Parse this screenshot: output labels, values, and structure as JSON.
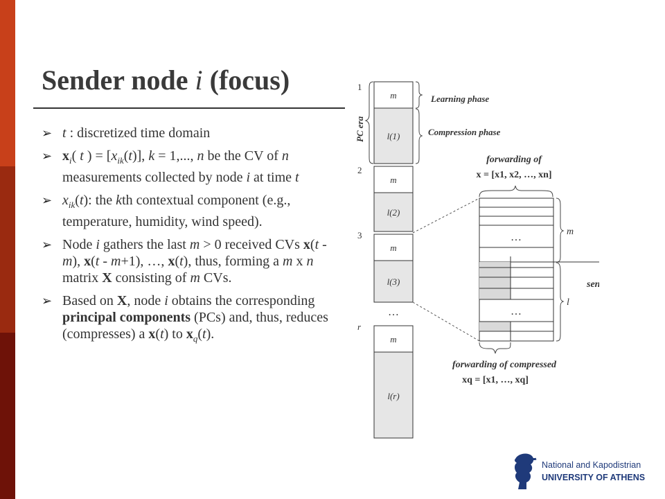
{
  "colors": {
    "stripe_top": "#c8401a",
    "stripe_mid": "#9a2a10",
    "stripe_bottom": "#6e1208",
    "logo": "#1f3a7a"
  },
  "title": {
    "prefix": "Sender node",
    "var": "i",
    "suffix": "(focus)"
  },
  "bullets": {
    "b1": {
      "t": "t",
      "rest": " : discretized time domain"
    },
    "b2": {
      "x": "x",
      "i": "i",
      "t": "t",
      "eq": " ) = [",
      "x2": "x",
      "ik": "ik",
      "t2": "t",
      "mid": ")], ",
      "k": "k",
      "eq2": " = 1,..., ",
      "n": "n",
      "rest1": " be the CV of ",
      "n2": "n",
      "rest2": " measurements collected by node ",
      "i2": "i",
      "rest3": " at time ",
      "t3": "t"
    },
    "b3": {
      "x": "x",
      "ik": "ik",
      "t": "t",
      "rest1": "): the ",
      "k": "k",
      "rest2": "th contextual component (e.g., temperature, humidity, wind speed)."
    },
    "b4": {
      "p1": "Node ",
      "i": "i",
      "p2": " gathers the last ",
      "m": "m",
      "p3": " > 0 received CVs ",
      "x1": "x",
      "p4": "(",
      "t1": "t",
      "p5": " - ",
      "m1": "m",
      "p6": "), ",
      "x2": "x",
      "p7": "(",
      "t2": "t",
      "p8": " - ",
      "m2": "m",
      "p9": "+1), …, ",
      "x3": "x",
      "p10": "(",
      "t3": "t",
      "p11": "), thus, forming a ",
      "m3": "m",
      "p12": " x ",
      "n": "n",
      "p13": " matrix ",
      "X": "X",
      "p14": " consisting of ",
      "m4": "m",
      "p15": " CVs."
    },
    "b5": {
      "p1": "Based on ",
      "X": "X",
      "p2": ", node ",
      "i": "i",
      "p3": " obtains the corresponding ",
      "pc": "principal components",
      "p4": " (PCs) and, thus, reduces (compresses) a ",
      "x": "x",
      "p5": "(",
      "t": "t",
      "p6": ") to ",
      "x2": "x",
      "q": "q",
      "p7": "(",
      "t2": "t",
      "p8": ")."
    }
  },
  "diagram": {
    "eras": [
      "1",
      "2",
      "3",
      "r"
    ],
    "pc_era": "PC era",
    "cells": [
      "m",
      "l(1)",
      "m",
      "l(2)",
      "m",
      "l(3)",
      "…",
      "m",
      "l(r)"
    ],
    "learning_phase": "Learning phase",
    "compression_phase": "Compression phase",
    "forwarding_of": "forwarding of",
    "x_vector": "x = [x1, x2, …, xn]",
    "m_label": "m",
    "l_label": "l",
    "dots_top": "…",
    "dots_bottom": "…",
    "sending": "sending Yn x q",
    "forwarding_compressed": "forwarding of compressed",
    "xq_vector": "xq = [x1, …, xq]"
  },
  "logo": {
    "line1": "National and Kapodistrian",
    "line2": "UNIVERSITY OF ATHENS"
  }
}
